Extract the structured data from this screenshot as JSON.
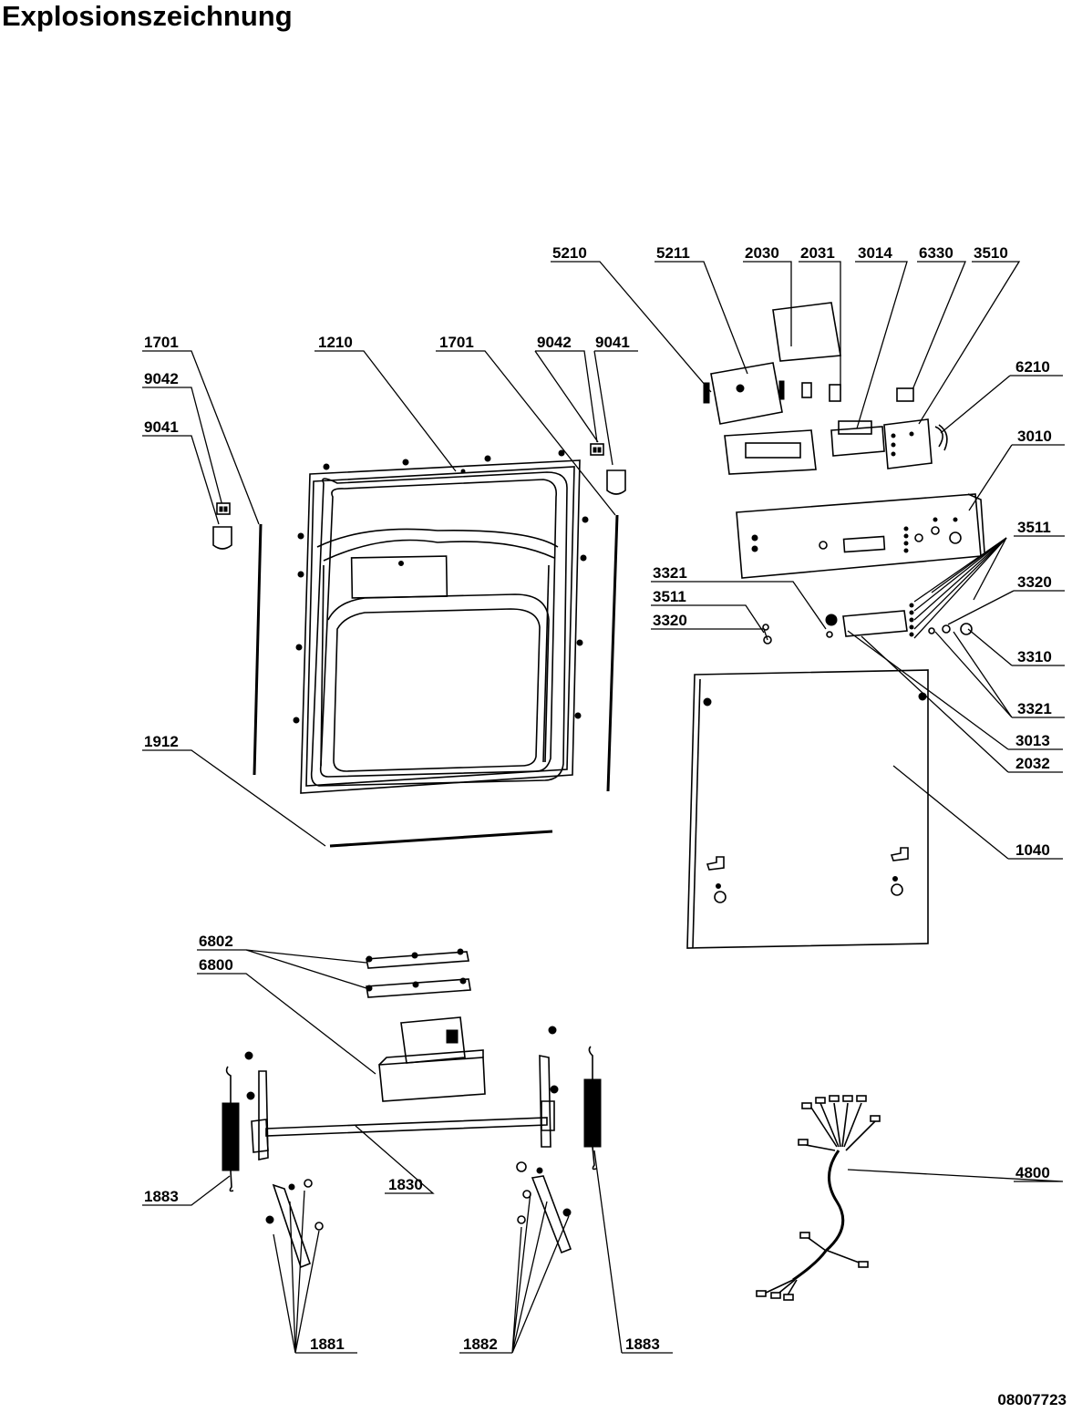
{
  "header": {
    "title": "Explosionszeichnung"
  },
  "footer": {
    "drawing_number": "08007723"
  },
  "diagram": {
    "part_labels": [
      {
        "id": "l5210",
        "text": "5210"
      },
      {
        "id": "l5211",
        "text": "5211"
      },
      {
        "id": "l2030",
        "text": "2030"
      },
      {
        "id": "l2031",
        "text": "2031"
      },
      {
        "id": "l3014",
        "text": "3014"
      },
      {
        "id": "l6330",
        "text": "6330"
      },
      {
        "id": "l3510",
        "text": "3510"
      },
      {
        "id": "l6210",
        "text": "6210"
      },
      {
        "id": "l1701a",
        "text": "1701"
      },
      {
        "id": "l9042a",
        "text": "9042"
      },
      {
        "id": "l9041a",
        "text": "9041"
      },
      {
        "id": "l1210",
        "text": "1210"
      },
      {
        "id": "l1701b",
        "text": "1701"
      },
      {
        "id": "l9042b",
        "text": "9042"
      },
      {
        "id": "l9041b",
        "text": "9041"
      },
      {
        "id": "l3010",
        "text": "3010"
      },
      {
        "id": "l3511a",
        "text": "3511"
      },
      {
        "id": "l3320a",
        "text": "3320"
      },
      {
        "id": "l3321a",
        "text": "3321"
      },
      {
        "id": "l3511b",
        "text": "3511"
      },
      {
        "id": "l3320b",
        "text": "3320"
      },
      {
        "id": "l3310",
        "text": "3310"
      },
      {
        "id": "l3321b",
        "text": "3321"
      },
      {
        "id": "l3013",
        "text": "3013"
      },
      {
        "id": "l2032",
        "text": "2032"
      },
      {
        "id": "l1912",
        "text": "1912"
      },
      {
        "id": "l1040",
        "text": "1040"
      },
      {
        "id": "l6802",
        "text": "6802"
      },
      {
        "id": "l6800",
        "text": "6800"
      },
      {
        "id": "l1830",
        "text": "1830"
      },
      {
        "id": "l1883a",
        "text": "1883"
      },
      {
        "id": "l4800",
        "text": "4800"
      },
      {
        "id": "l1881",
        "text": "1881"
      },
      {
        "id": "l1882",
        "text": "1882"
      },
      {
        "id": "l1883b",
        "text": "1883"
      }
    ]
  }
}
